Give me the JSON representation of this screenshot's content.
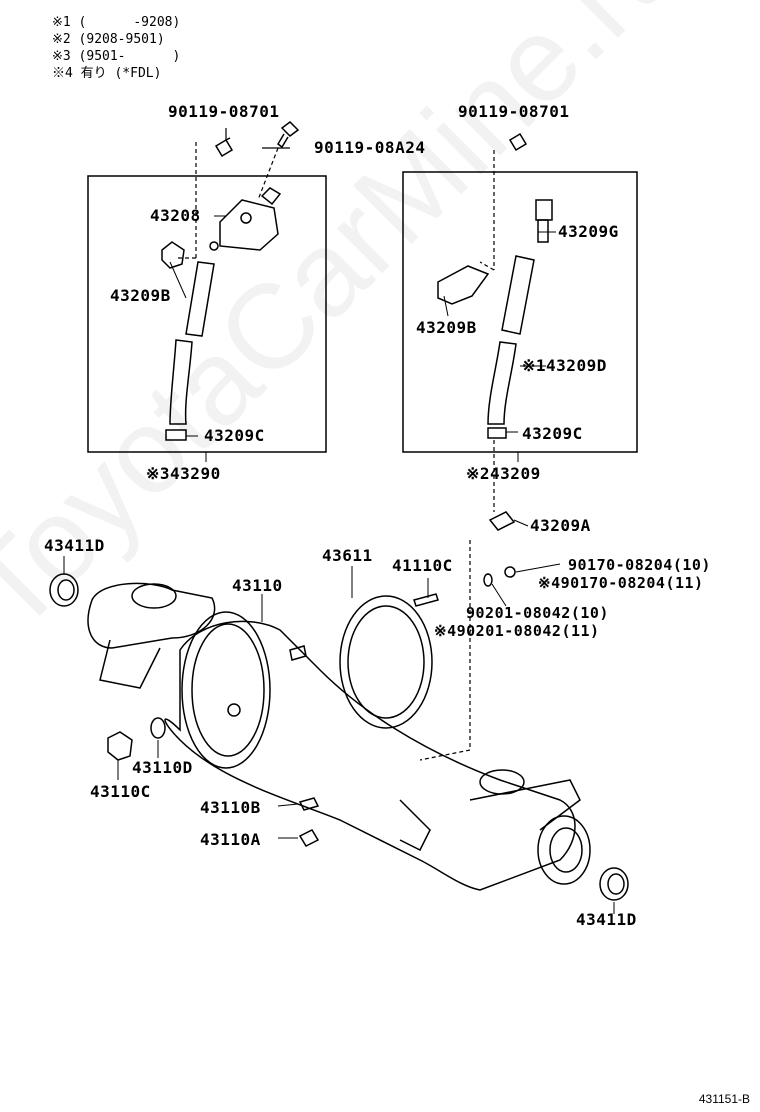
{
  "legend": [
    "※1 (      -9208)",
    "※2 (9208-9501)",
    "※3 (9501-      )",
    "※4 有り (*FDL)"
  ],
  "watermark": "ToyotaCarMine.ru",
  "diagram_code": "431151-B",
  "labels": {
    "bolt_left": "90119-08701",
    "bolt_left_b": "90119-08A24",
    "bracket_43208": "43208",
    "clamp_left": "43209B",
    "hose_end_left": "43209C",
    "assy_left": "※343290",
    "bolt_right": "90119-08701",
    "union_g": "43209G",
    "clamp_right": "43209B",
    "hose_right": "※143209D",
    "hose_end_right": "43209C",
    "assy_right": "※243209",
    "union_a": "43209A",
    "seal_top_left": "43411D",
    "housing": "43110",
    "gasket": "43611",
    "stud": "41110C",
    "nut_10": "90170-08204(10)",
    "nut_11": "※490170-08204(11)",
    "washer_10": "90201-08042(10)",
    "washer_11": "※490201-08042(11)",
    "plug_43110d": "43110D",
    "plug_43110c": "43110C",
    "clip_43110b": "43110B",
    "clip_43110a": "43110A",
    "seal_bottom_right": "43411D"
  }
}
